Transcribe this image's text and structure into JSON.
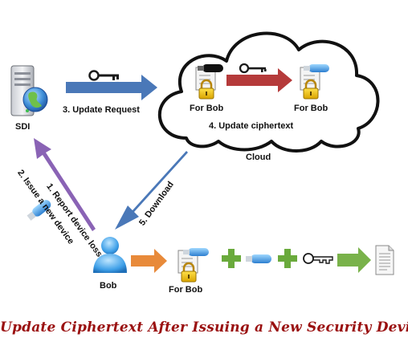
{
  "labels": {
    "sdi": "SDI",
    "update_request": "3. Update Request",
    "for_bob_left": "For Bob",
    "for_bob_right": "For Bob",
    "update_ciphertext": "4. Update ciphertext",
    "cloud": "Cloud",
    "report_device_loss": "1. Report device loss",
    "issue_new_device": "2. Issue a new device",
    "download": "5. Download",
    "bob": "Bob",
    "for_bob_bottom": "For Bob"
  },
  "caption": "Update Ciphertext After Issuing a New Security Device",
  "icons": [
    "server-icon",
    "globe-icon",
    "key-icon",
    "cloud-icon",
    "locked-file-icon",
    "usb-token-icon",
    "user-icon",
    "plus-icon",
    "document-icon"
  ],
  "colors": {
    "arrow_blue": "#4a78b8",
    "arrow_red": "#b53a3a",
    "arrow_purple": "#8a63b5",
    "arrow_orange": "#e88a3a",
    "arrow_green": "#79b24a",
    "plus_green": "#6aaa3c",
    "caption": "#9a1010"
  }
}
